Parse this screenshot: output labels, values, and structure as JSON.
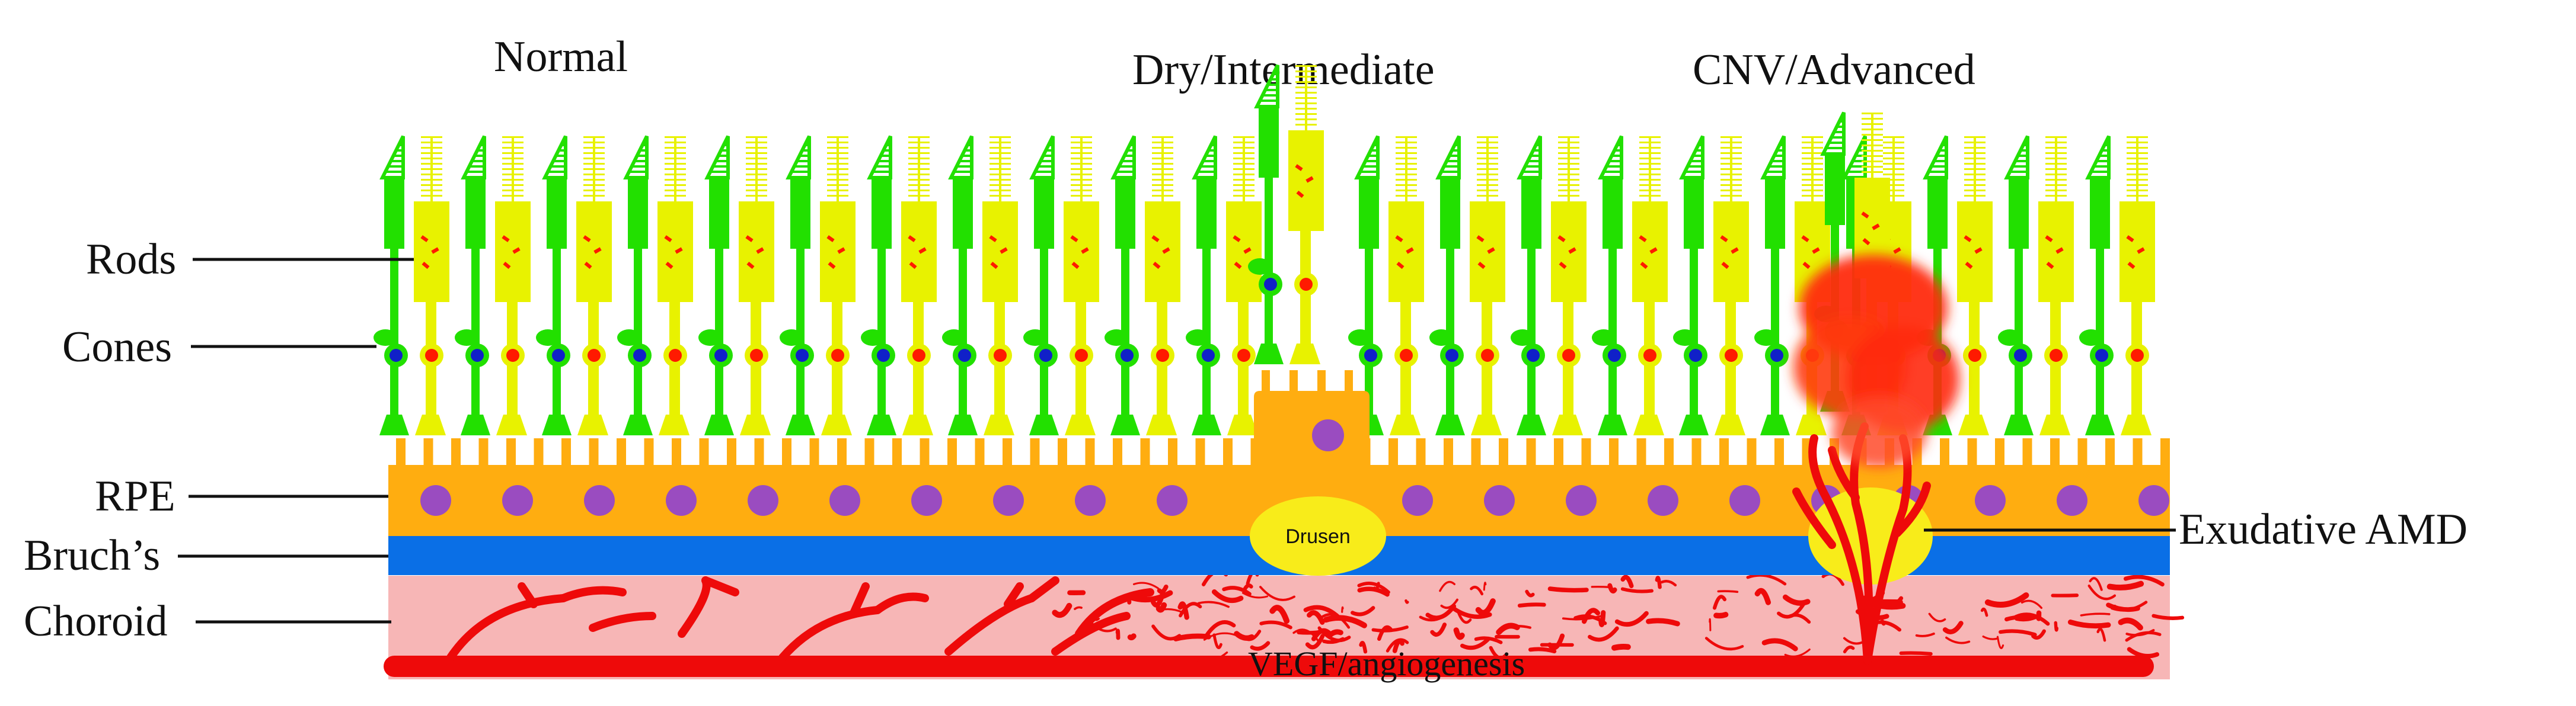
{
  "headings": {
    "normal": "Normal",
    "dry": "Dry/Intermediate",
    "cnv": "CNV/Advanced"
  },
  "layers": {
    "rods": "Rods",
    "cones": "Cones",
    "rpe": "RPE",
    "bruchs": "Bruch’s",
    "choroid": "Choroid"
  },
  "annotations": {
    "drusen": "Drusen",
    "exudative": "Exudative AMD",
    "vegf": "VEGF/angiogenesis"
  },
  "colors": {
    "rod_green": "#22e000",
    "cone_yellow": "#e8f200",
    "rpe_orange": "#ffad10",
    "rpe_nucleus": "#9a4cc0",
    "bruchs_blue": "#0a6fe6",
    "choroid_pink": "#f7b6b6",
    "vessel_red": "#ee0a0a",
    "drusen_yellow": "#f8ec1a",
    "nucleus_blue": "#1020c8",
    "nucleus_red": "#ff1a00"
  }
}
